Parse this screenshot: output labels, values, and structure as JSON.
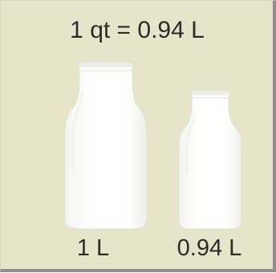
{
  "title": "1 qt = 0.94 L",
  "bottles": {
    "large_label": "1 L",
    "small_label": "0.94 L"
  },
  "colors": {
    "background": "#e7e4c9",
    "bottle": "#ffffff",
    "text": "#2b2b2b",
    "border": "#8f8f8f"
  }
}
